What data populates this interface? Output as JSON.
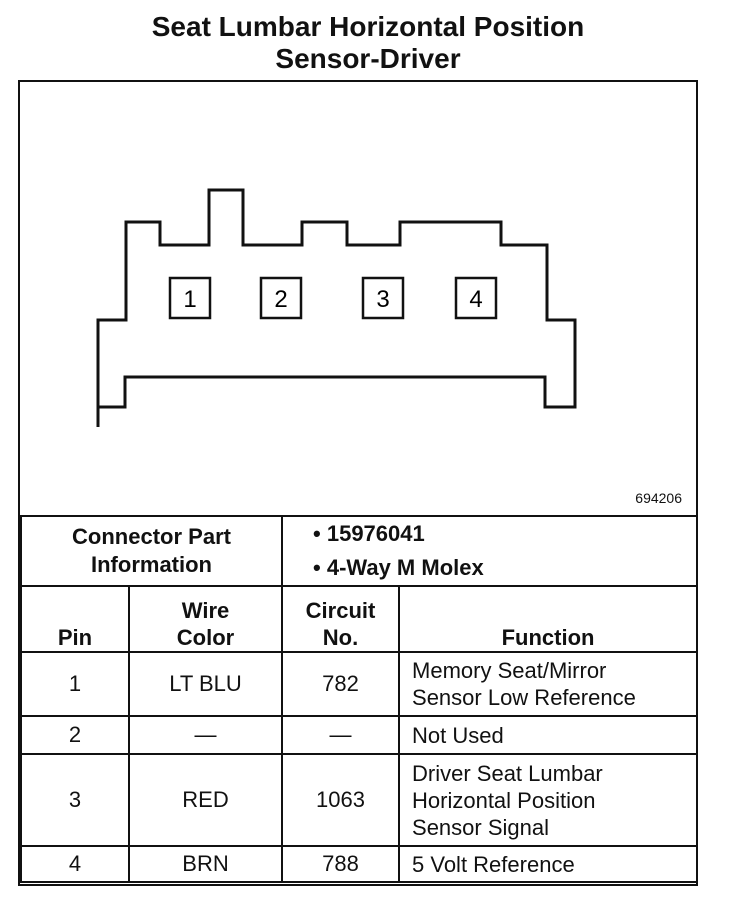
{
  "title": {
    "line1": "Seat Lumbar Horizontal Position",
    "line2": "Sensor-Driver"
  },
  "diagram": {
    "pins": [
      "1",
      "2",
      "3",
      "4"
    ],
    "figure_number": "694206"
  },
  "connector_info": {
    "label_line1": "Connector Part",
    "label_line2": "Information",
    "items": [
      "15976041",
      "4-Way M Molex"
    ]
  },
  "table": {
    "headers": {
      "pin": "Pin",
      "wire_color_line1": "Wire",
      "wire_color_line2": "Color",
      "circuit_line1": "Circuit",
      "circuit_line2": "No.",
      "function": "Function"
    },
    "rows": [
      {
        "pin": "1",
        "wire": "LT BLU",
        "circuit": "782",
        "function": [
          "Memory Seat/Mirror",
          "Sensor Low Reference"
        ]
      },
      {
        "pin": "2",
        "wire": "—",
        "circuit": "—",
        "function": [
          "Not Used"
        ]
      },
      {
        "pin": "3",
        "wire": "RED",
        "circuit": "1063",
        "function": [
          "Driver Seat Lumbar",
          "Horizontal Position",
          "Sensor Signal"
        ]
      },
      {
        "pin": "4",
        "wire": "BRN",
        "circuit": "788",
        "function": [
          "5 Volt Reference"
        ]
      }
    ]
  }
}
